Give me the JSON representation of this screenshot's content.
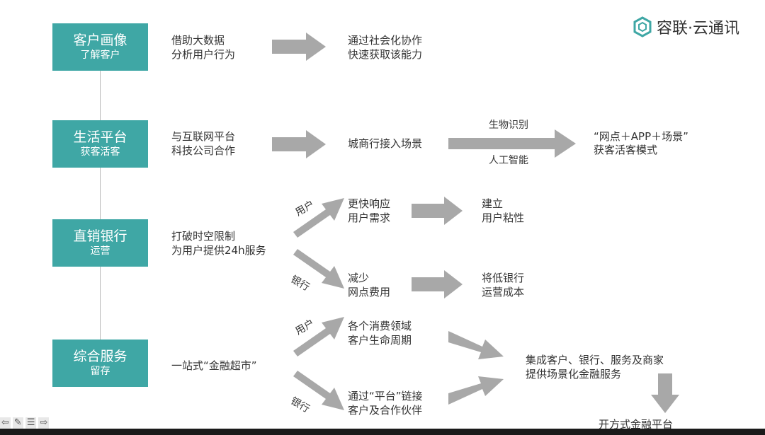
{
  "logo": {
    "name": "容联·云通讯"
  },
  "rows": [
    {
      "title": "客户画像",
      "subtitle": "了解客户",
      "desc": [
        "借助大数据",
        "分析用户行为"
      ],
      "result": [
        "通过社会化协作",
        "快速获取该能力"
      ]
    },
    {
      "title": "生活平台",
      "subtitle": "获客活客",
      "desc": [
        "与互联网平台",
        "科技公司合作"
      ],
      "result": [
        "城商行接入场景"
      ],
      "above": "生物识别",
      "below": "人工智能",
      "final": [
        "“网点＋APP＋场景”",
        "获客活客模式"
      ]
    },
    {
      "title": "直销银行",
      "subtitle": "运营",
      "desc": [
        "打破时空限制",
        "为用户提供24h服务"
      ],
      "branches": [
        {
          "label": "用户",
          "mid": [
            "更快响应",
            "用户需求"
          ],
          "end": [
            "建立",
            "用户粘性"
          ]
        },
        {
          "label": "银行",
          "mid": [
            "减少",
            "网点费用"
          ],
          "end": [
            "将低银行",
            "运营成本"
          ]
        }
      ]
    },
    {
      "title": "综合服务",
      "subtitle": "留存",
      "desc": [
        "一站式“金融超市”"
      ],
      "branches": [
        {
          "label": "用户",
          "mid": [
            "各个消费领域",
            "客户生命周期"
          ]
        },
        {
          "label": "银行",
          "mid": [
            "通过“平台”链接",
            "客户及合作伙伴"
          ]
        }
      ],
      "merge": [
        "集成客户、银行、服务及商家",
        "提供场景化金融服务"
      ],
      "final": "开方式金融平台"
    }
  ],
  "colors": {
    "teal": "#3fa7a5",
    "arrow": "#a8a8a8"
  },
  "toolbar_icons": [
    "prev-arrow-icon",
    "pen-icon",
    "menu-icon",
    "next-arrow-icon"
  ]
}
